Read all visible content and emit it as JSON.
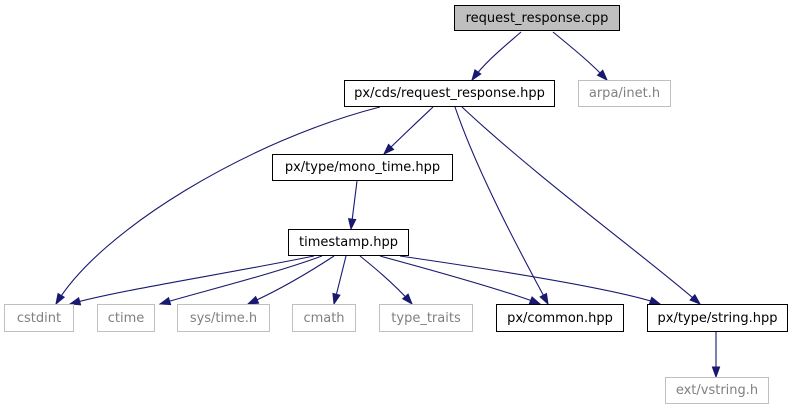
{
  "nodes": {
    "request_response_cpp": {
      "label": "request_response.cpp",
      "kind": "root"
    },
    "request_response_hpp": {
      "label": "px/cds/request_response.hpp",
      "kind": "documented"
    },
    "arpa_inet": {
      "label": "arpa/inet.h",
      "kind": "external"
    },
    "mono_time": {
      "label": "px/type/mono_time.hpp",
      "kind": "documented"
    },
    "timestamp": {
      "label": "timestamp.hpp",
      "kind": "documented"
    },
    "cstdint": {
      "label": "cstdint",
      "kind": "external"
    },
    "ctime": {
      "label": "ctime",
      "kind": "external"
    },
    "sys_time": {
      "label": "sys/time.h",
      "kind": "external"
    },
    "cmath": {
      "label": "cmath",
      "kind": "external"
    },
    "type_traits": {
      "label": "type_traits",
      "kind": "external"
    },
    "common": {
      "label": "px/common.hpp",
      "kind": "documented"
    },
    "string": {
      "label": "px/type/string.hpp",
      "kind": "documented"
    },
    "vstring": {
      "label": "ext/vstring.h",
      "kind": "external"
    }
  },
  "edges": [
    {
      "from": "request_response_cpp",
      "to": "request_response_hpp"
    },
    {
      "from": "request_response_cpp",
      "to": "arpa_inet"
    },
    {
      "from": "request_response_hpp",
      "to": "cstdint"
    },
    {
      "from": "request_response_hpp",
      "to": "mono_time"
    },
    {
      "from": "request_response_hpp",
      "to": "common"
    },
    {
      "from": "request_response_hpp",
      "to": "string"
    },
    {
      "from": "mono_time",
      "to": "timestamp"
    },
    {
      "from": "timestamp",
      "to": "cstdint"
    },
    {
      "from": "timestamp",
      "to": "ctime"
    },
    {
      "from": "timestamp",
      "to": "sys_time"
    },
    {
      "from": "timestamp",
      "to": "cmath"
    },
    {
      "from": "timestamp",
      "to": "type_traits"
    },
    {
      "from": "timestamp",
      "to": "common"
    },
    {
      "from": "timestamp",
      "to": "string"
    },
    {
      "from": "string",
      "to": "vstring"
    }
  ],
  "colors": {
    "edge": "#191970",
    "root_fill": "#bfbfbf",
    "external_border": "#bfbfbf",
    "external_text": "#808080"
  }
}
